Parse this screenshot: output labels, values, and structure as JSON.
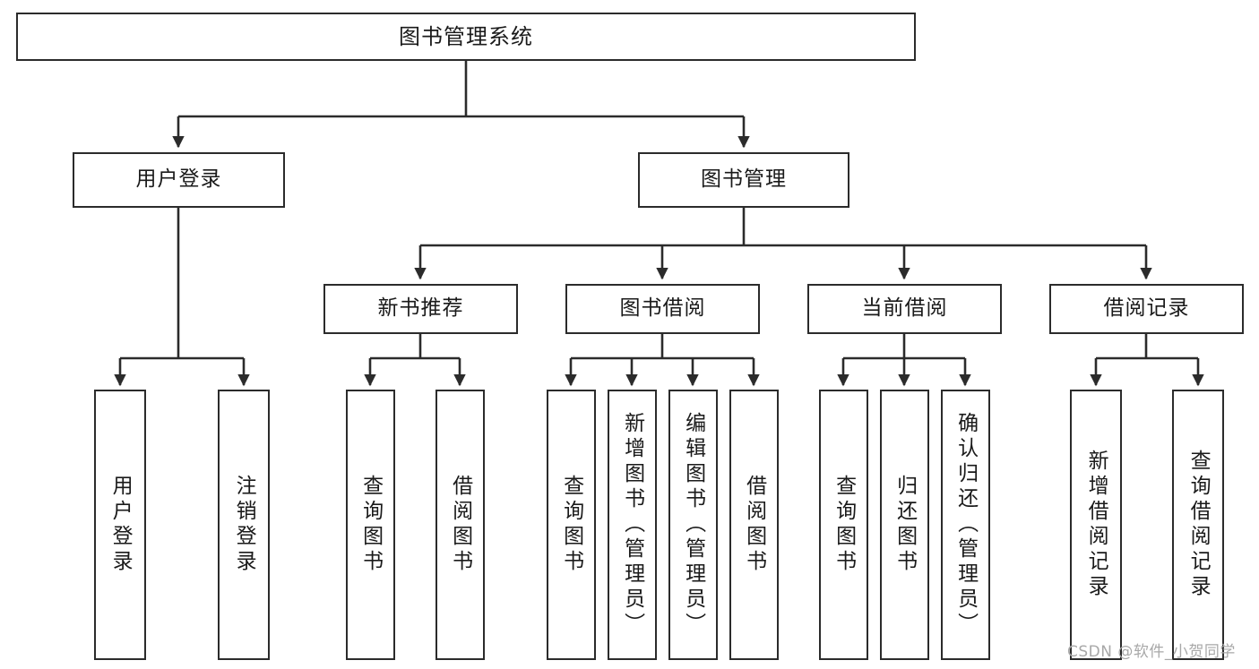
{
  "diagram": {
    "title": "图书管理系统",
    "type": "tree-hierarchy",
    "stroke_color": "#2b2b2b",
    "fill_color": "#ffffff",
    "text_color": "#1a1a1a"
  },
  "nodes": {
    "root": {
      "label": "图书管理系统"
    },
    "level2": [
      {
        "label": "用户登录"
      },
      {
        "label": "图书管理"
      }
    ],
    "level3": [
      {
        "label": "新书推荐"
      },
      {
        "label": "图书借阅"
      },
      {
        "label": "当前借阅"
      },
      {
        "label": "借阅记录"
      }
    ],
    "leaves": [
      {
        "label": "用户登录"
      },
      {
        "label": "注销登录"
      },
      {
        "label": "查询图书"
      },
      {
        "label": "借阅图书"
      },
      {
        "label": "查询图书"
      },
      {
        "label": "新增图书（管理员）"
      },
      {
        "label": "编辑图书（管理员）"
      },
      {
        "label": "借阅图书"
      },
      {
        "label": "查询图书"
      },
      {
        "label": "归还图书"
      },
      {
        "label": "确认归还（管理员）"
      },
      {
        "label": "新增借阅记录"
      },
      {
        "label": "查询借阅记录"
      }
    ]
  },
  "watermark": {
    "text": "CSDN @软件_小贺同学"
  }
}
